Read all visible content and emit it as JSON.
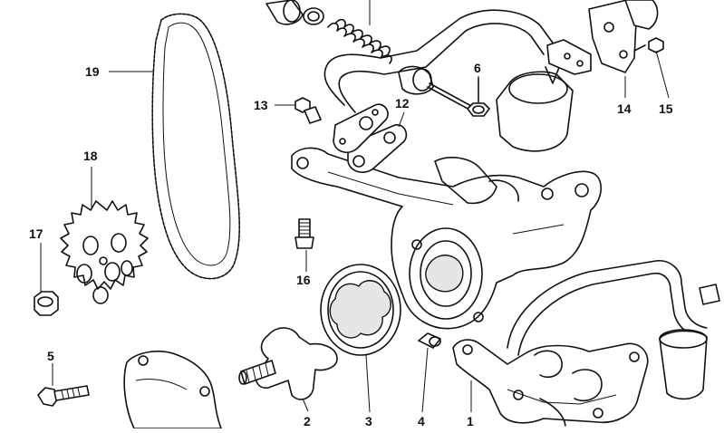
{
  "callouts": [
    {
      "id": "1",
      "text": "1"
    },
    {
      "id": "2",
      "text": "2"
    },
    {
      "id": "3",
      "text": "3"
    },
    {
      "id": "4",
      "text": "4"
    },
    {
      "id": "5",
      "text": "5"
    },
    {
      "id": "6",
      "text": "6"
    },
    {
      "id": "12",
      "text": "12"
    },
    {
      "id": "13",
      "text": "13"
    },
    {
      "id": "14",
      "text": "14"
    },
    {
      "id": "15",
      "text": "15"
    },
    {
      "id": "16",
      "text": "16"
    },
    {
      "id": "17",
      "text": "17"
    },
    {
      "id": "18",
      "text": "18"
    },
    {
      "id": "19",
      "text": "19"
    }
  ]
}
